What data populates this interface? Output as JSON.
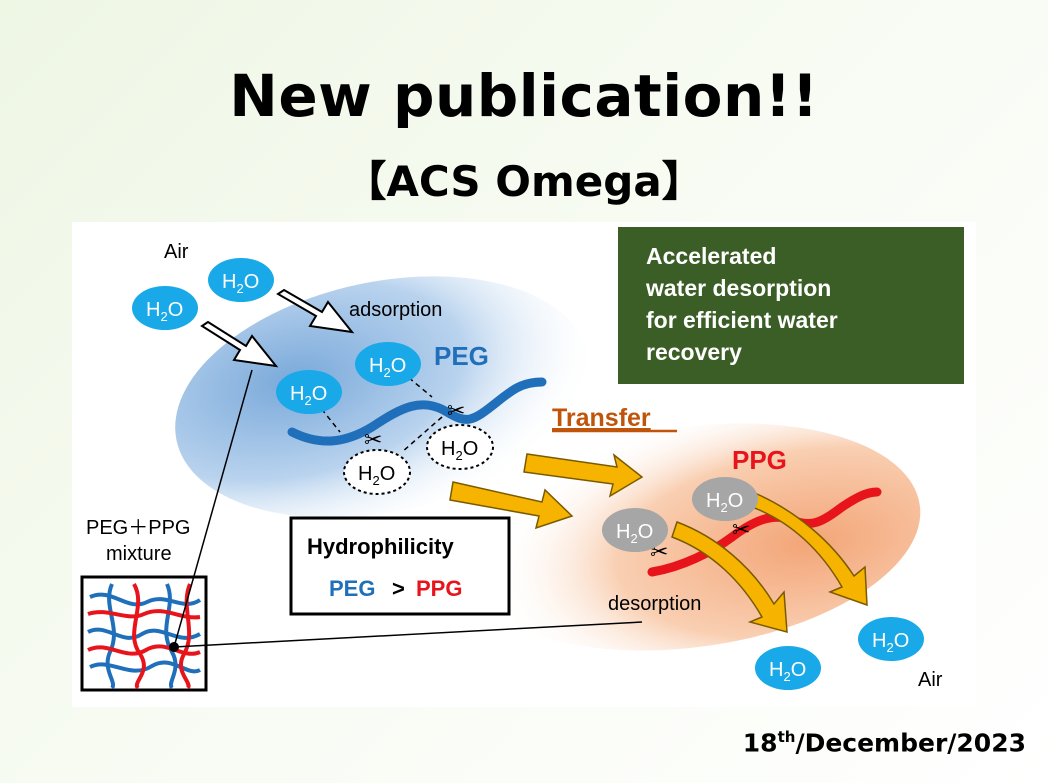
{
  "slide": {
    "title": "New publication!!",
    "subtitle": "【ACS Omega】",
    "date": {
      "day": "18",
      "suffix": "th",
      "rest": "/December/2023"
    }
  },
  "figure": {
    "air_top": "Air",
    "air_bottom": "Air",
    "adsorption": "adsorption",
    "desorption": "desorption",
    "transfer": "Transfer",
    "peg": "PEG",
    "ppg": "PPG",
    "mixture_line1": "PEG＋PPG",
    "mixture_line2": "mixture",
    "info_box": {
      "lines": [
        "Accelerated",
        "water desorption",
        "for efficient water",
        "recovery"
      ]
    },
    "hydrophilicity": {
      "title": "Hydrophilicity",
      "left": "PEG",
      "op": ">",
      "right": "PPG"
    },
    "water": {
      "h": "H",
      "sub": "2",
      "o": "O"
    },
    "colors": {
      "peg_blue": "#1f6fba",
      "ppg_red": "#e8141b",
      "water_blue": "#19a9e8",
      "info_green": "#3b5e27",
      "transfer_orange": "#c0540b",
      "arrow_yellow": "#f6b400"
    }
  }
}
